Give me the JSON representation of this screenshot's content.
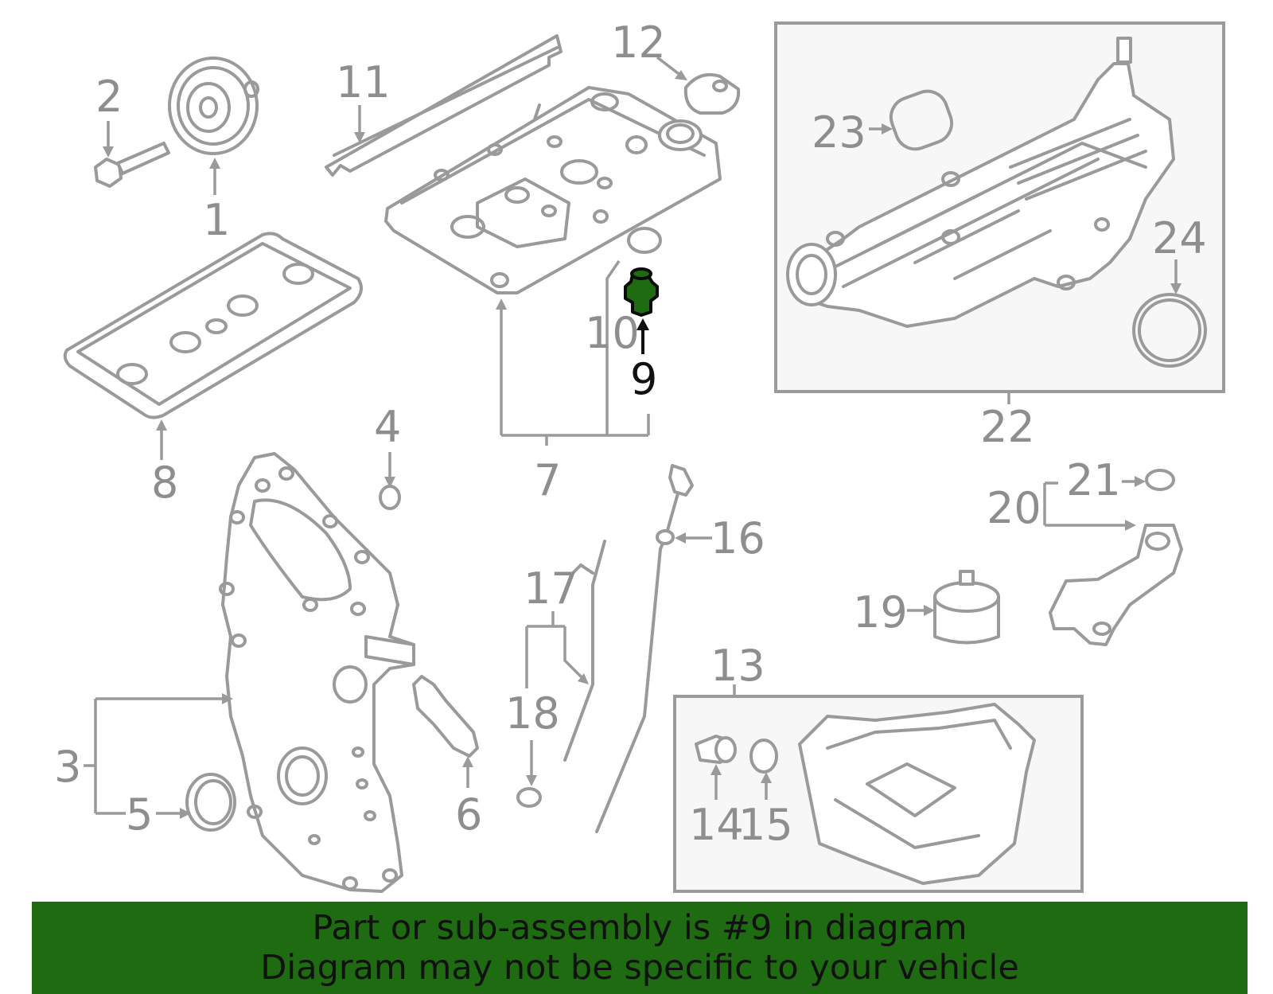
{
  "diagram": {
    "callouts": [
      "1",
      "2",
      "3",
      "4",
      "5",
      "6",
      "7",
      "8",
      "9",
      "10",
      "11",
      "12",
      "13",
      "14",
      "15",
      "16",
      "17",
      "18",
      "19",
      "20",
      "21",
      "22",
      "23",
      "24"
    ],
    "highlighted_part": "9",
    "colors": {
      "line": "#9a9a9a",
      "highlight_fill": "#1e6b12",
      "highlight_outline": "#0b0b0b",
      "banner_bg": "#1e6b12",
      "banner_text": "#111111"
    }
  },
  "banner": {
    "line1": "Part or sub-assembly is #9 in diagram",
    "line2": "Diagram may not be specific to your vehicle"
  }
}
